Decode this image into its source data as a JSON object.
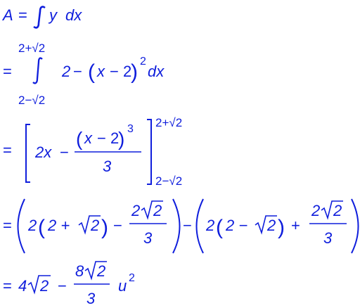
{
  "line1": {
    "lhs": "A",
    "eq": "=",
    "integrand": "y",
    "dx": "dx"
  },
  "line2": {
    "eq": "=",
    "upper": "2+√2",
    "lower": "2−√2",
    "two": "2",
    "minus": "−",
    "x": "x",
    "minus2": "− 2",
    "exp": "2",
    "dx": "dx"
  },
  "line3": {
    "eq": "=",
    "two_x": "2x",
    "minus": "−",
    "num_x": "x",
    "num_minus2": "− 2",
    "num_exp": "3",
    "den": "3",
    "upper": "2+√2",
    "lower": "2−√2"
  },
  "line4": {
    "eq": "=",
    "a_two": "2",
    "a_inner": "2 +",
    "a_root": "2",
    "a_minus": "−",
    "a_num_two": "2",
    "a_num_root": "2",
    "a_den": "3",
    "between": "−",
    "b_two": "2",
    "b_inner": "2 −",
    "b_root": "2",
    "b_plus": "+",
    "b_num_two": "2",
    "b_num_root": "2",
    "b_den": "3"
  },
  "line5": {
    "eq": "=",
    "four": "4",
    "root1": "2",
    "minus": "−",
    "num_eight": "8",
    "num_root": "2",
    "den": "3",
    "unit": "u",
    "unit_exp": "2"
  }
}
